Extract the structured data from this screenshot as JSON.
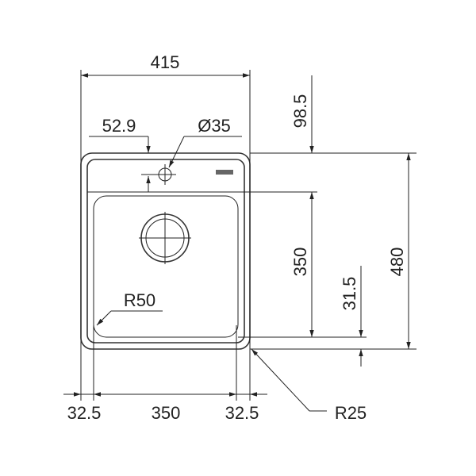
{
  "title": "Sink dimension drawing",
  "dimensions": {
    "overall_width": "415",
    "tap_hole_offset": "52.9",
    "tap_hole_diameter": "Ø35",
    "top_to_bowl": "98.5",
    "bowl_depth_length": "350",
    "bottom_rim": "31.5",
    "overall_length": "480",
    "left_margin": "32.5",
    "bowl_width": "350",
    "right_margin": "32.5",
    "bowl_corner_radius": "R50",
    "outer_corner_radius": "R25"
  },
  "colors": {
    "line": "#222222",
    "background": "#ffffff"
  }
}
